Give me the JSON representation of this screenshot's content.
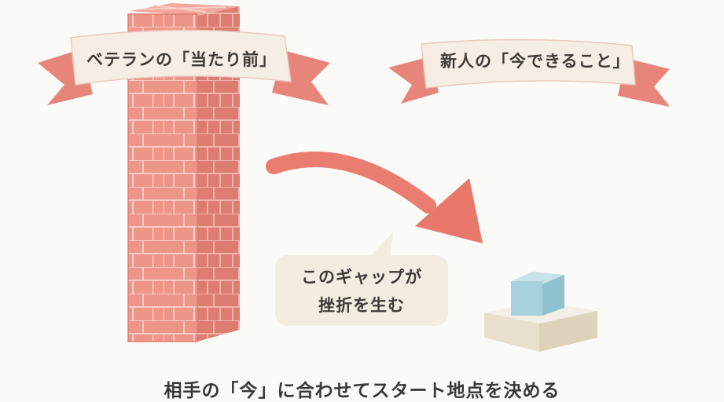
{
  "banners": {
    "veteran": "ベテランの「当たり前」",
    "newbie": "新人の「今できること」"
  },
  "bubble": {
    "line1": "このギャップが",
    "line2": "挫折を生む"
  },
  "caption": "相手の「今」に合わせてスタート地点を決める",
  "colors": {
    "brick": "#ec8f84",
    "brick_dark": "#d9786d",
    "ribbon": "#ea8f84",
    "ribbon_face": "#f6efe6",
    "arrow": "#e9786b",
    "bubble": "#f3ede3",
    "cube": "#a9d2dc",
    "base": "#efe7d7"
  }
}
